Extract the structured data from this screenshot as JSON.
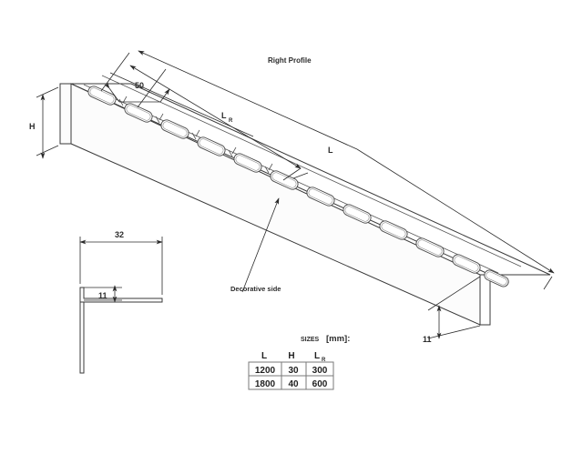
{
  "drawing": {
    "title": "Right Profile",
    "labels": {
      "height_symbol": "H",
      "length_symbol": "L",
      "slot_region_symbol": "L",
      "slot_region_subscript": "R",
      "pitch": "50",
      "section_width": "32",
      "section_lip": "11",
      "end_lip": "11",
      "decorative_side": "Decorative side"
    },
    "sizes_table": {
      "caption_small": "SIZES",
      "caption_units": "[mm]:",
      "headers": [
        "L",
        "H",
        "L"
      ],
      "header_subscripts": [
        "",
        "",
        "R"
      ],
      "rows": [
        [
          "1200",
          "30",
          "300"
        ],
        [
          "1800",
          "40",
          "600"
        ]
      ]
    },
    "geometry": {
      "slot_count": 12,
      "line_color": "#3a3a3a",
      "text_color": "#2b2b2b",
      "background": "#ffffff"
    }
  }
}
